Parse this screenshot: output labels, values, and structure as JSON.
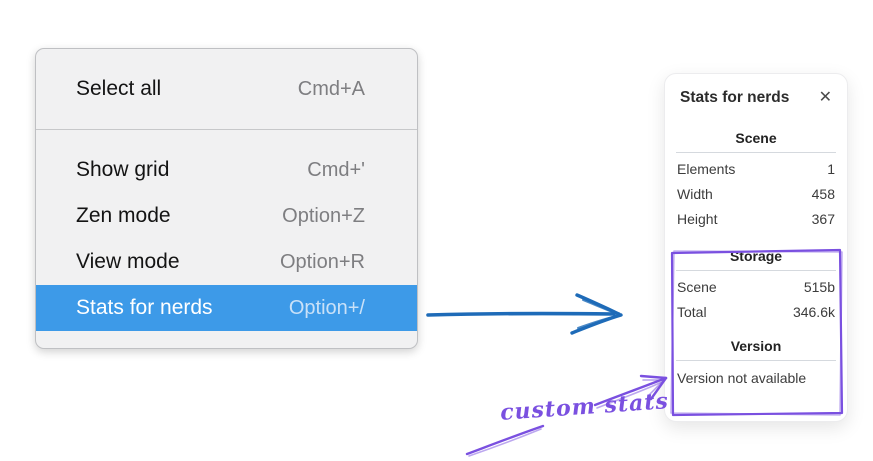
{
  "context_menu": {
    "sections": [
      {
        "items": [
          {
            "label": "Select all",
            "shortcut": "Cmd+A"
          }
        ]
      },
      {
        "items": [
          {
            "label": "Show grid",
            "shortcut": "Cmd+'"
          },
          {
            "label": "Zen mode",
            "shortcut": "Option+Z"
          },
          {
            "label": "View mode",
            "shortcut": "Option+R"
          },
          {
            "label": "Stats for nerds",
            "shortcut": "Option+/",
            "highlighted": true
          }
        ]
      }
    ],
    "highlight_color": "#3d9ae8"
  },
  "stats_panel": {
    "title": "Stats for nerds",
    "close_icon": "✕",
    "scene_section": {
      "heading": "Scene",
      "rows": [
        {
          "label": "Elements",
          "value": "1"
        },
        {
          "label": "Width",
          "value": "458"
        },
        {
          "label": "Height",
          "value": "367"
        }
      ]
    },
    "storage_section": {
      "heading": "Storage",
      "rows": [
        {
          "label": "Scene",
          "value": "515b"
        },
        {
          "label": "Total",
          "value": "346.6k"
        }
      ]
    },
    "version_section": {
      "heading": "Version",
      "note": "Version not available"
    }
  },
  "annotations": {
    "custom_stats_label": "custom stats",
    "purple_color": "#7a50e0",
    "arrow_blue_color": "#1e6bb8"
  }
}
